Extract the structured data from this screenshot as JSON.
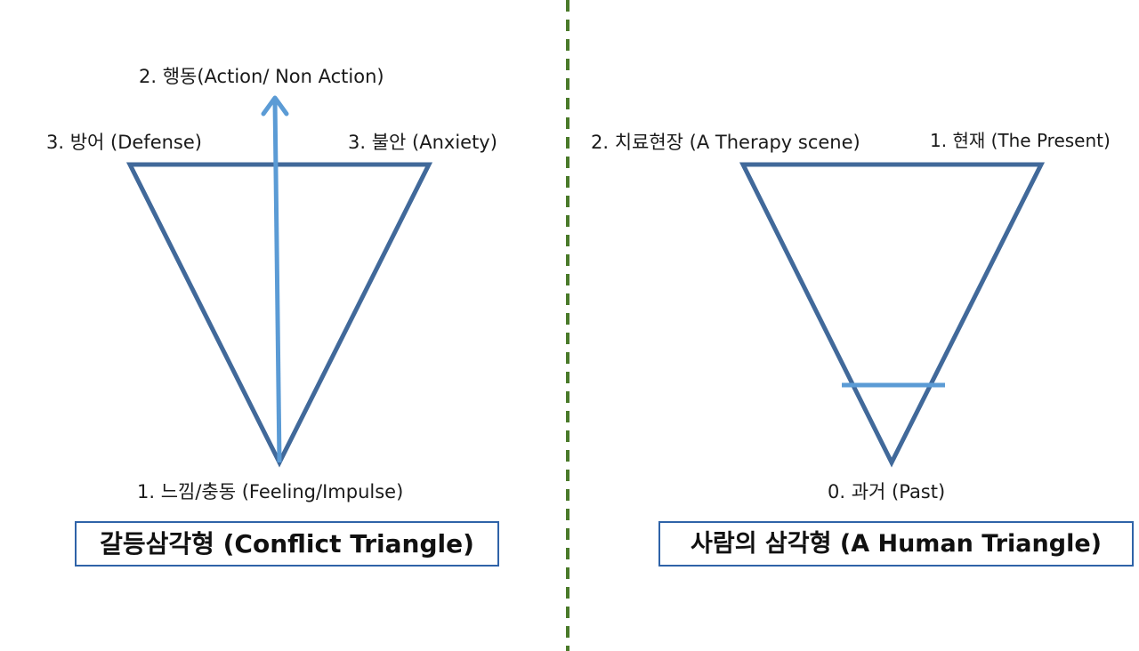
{
  "colors": {
    "triangle_outline": "#41699a",
    "arrow": "#5b9bd5",
    "divider": "#4a7a2a",
    "title_border": "#2f63a8"
  },
  "left_diagram": {
    "top_label": "2. 행동(Action/ Non Action)",
    "left_corner_label": "3. 방어 (Defense)",
    "right_corner_label": "3. 불안 (Anxiety)",
    "bottom_label": "1. 느낌/충동 (Feeling/Impulse)",
    "title": "갈등삼각형 (Conflict Triangle)"
  },
  "right_diagram": {
    "left_corner_label": "2. 치료현장 (A Therapy scene)",
    "right_corner_label": "1. 현재 (The Present)",
    "bottom_label": "0. 과거 (Past)",
    "title": "사람의 삼각형 (A Human Triangle)"
  }
}
